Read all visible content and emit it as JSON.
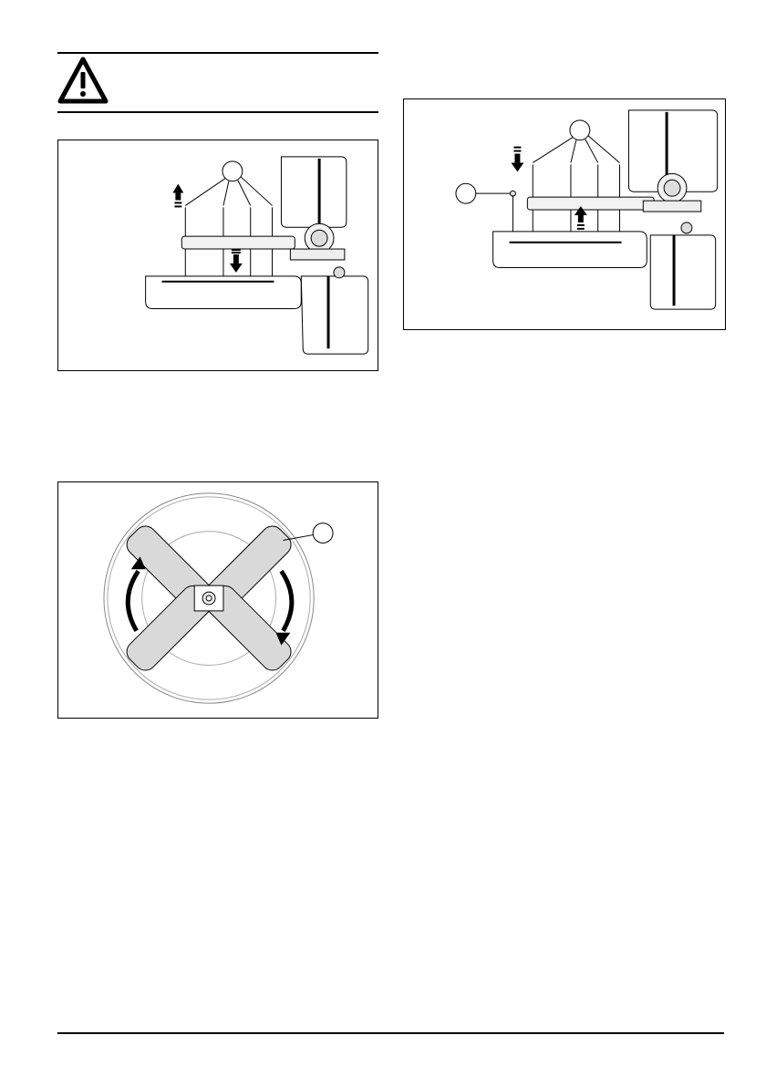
{
  "page": {
    "warning": {
      "icon": "warning-triangle-icon",
      "text": ""
    },
    "figures": [
      {
        "id": "fig-blade-bolts-remove",
        "callouts": [
          ""
        ],
        "icon": "blade-assembly-illustration"
      },
      {
        "id": "fig-blade-rotation",
        "callouts": [
          ""
        ],
        "icon": "rotating-blades-illustration"
      },
      {
        "id": "fig-blade-bolts-install",
        "callouts": [
          "",
          ""
        ],
        "icon": "blade-assembly-illustration"
      }
    ],
    "footer": {
      "page_number": ""
    }
  }
}
